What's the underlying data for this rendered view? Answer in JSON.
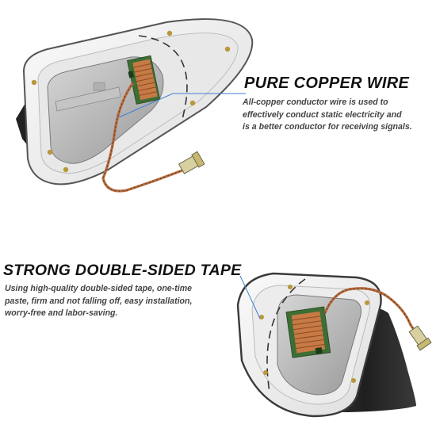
{
  "features": [
    {
      "title": "PURE COPPER WIRE",
      "description_lines": [
        "All-copper conductor wire is used to",
        "effectively conduct static electricity and",
        "is a better conductor for receiving signals."
      ]
    },
    {
      "title": "STRONG DOUBLE-SIDED TAPE",
      "description_lines": [
        "Using high-quality double-sided tape, one-time",
        "paste, firm and not falling off, easy installation,",
        "worry-free and labor-saving."
      ]
    }
  ],
  "colors": {
    "accent_line": "#3b7fd4",
    "copper_wire": "#b86a3a",
    "circuit_board": "#4a7a3e",
    "antenna_shell": "#f2f2f2",
    "antenna_base": "#2b2b2b"
  }
}
